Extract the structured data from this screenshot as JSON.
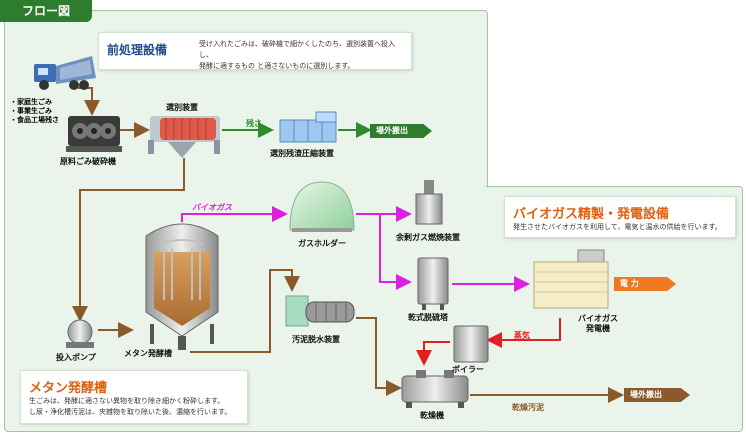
{
  "header": {
    "title": "フロー図"
  },
  "sections": {
    "pretreatment": {
      "title": "前処理設備",
      "desc_line1": "受け入れたごみは、破砕機で細かくしたのち、選別装置へ投入し、",
      "desc_line2": "発酵に適するもの と適さないものに選別します。"
    },
    "biogas": {
      "title": "バイオガス精製・発電設備",
      "desc": "発生させたバイオガスを利用して、電気と温水の供給を行います。"
    },
    "methane": {
      "title": "メタン発酵槽",
      "desc_line1": "生ごみは、発酵に適さない異物を取り除き細かく粉砕します。",
      "desc_line2": "し尿・浄化槽汚泥は、夾雑物を取り除いた後、濃縮を行います。"
    }
  },
  "waste_types": [
    "・家庭生ごみ",
    "・事業生ごみ",
    "・食品工場残さ"
  ],
  "equipment": {
    "crusher": "原料ごみ破砕機",
    "sorter": "選別装置",
    "residue_compactor": "選別残渣圧縮装置",
    "gas_holder": "ガスホルダー",
    "excess_gas_burner": "余剰ガス燃焼装置",
    "desulfurizer": "乾式脱硫塔",
    "generator_line1": "バイオガス",
    "generator_line2": "発電機",
    "boiler": "ボイラー",
    "dryer": "乾燥機",
    "dewatering": "汚泥脱水装置",
    "methane_tank": "メタン発酵槽",
    "pump": "投入ポンプ"
  },
  "flows": {
    "residue": "残さ",
    "external_1": "場外搬出",
    "biogas": "バイオガス",
    "power": "電 力",
    "steam": "蒸気",
    "dried_sludge": "乾燥汚泥",
    "external_2": "場外搬出"
  },
  "colors": {
    "brown_flow": "#8b5a2b",
    "green_flow": "#2e8b2e",
    "gas_flow": "#e020e0",
    "steam_flow": "#e02020",
    "power_flow": "#f07820",
    "section_title_blue": "#1e4a8c",
    "section_title_orange": "#e06010"
  }
}
